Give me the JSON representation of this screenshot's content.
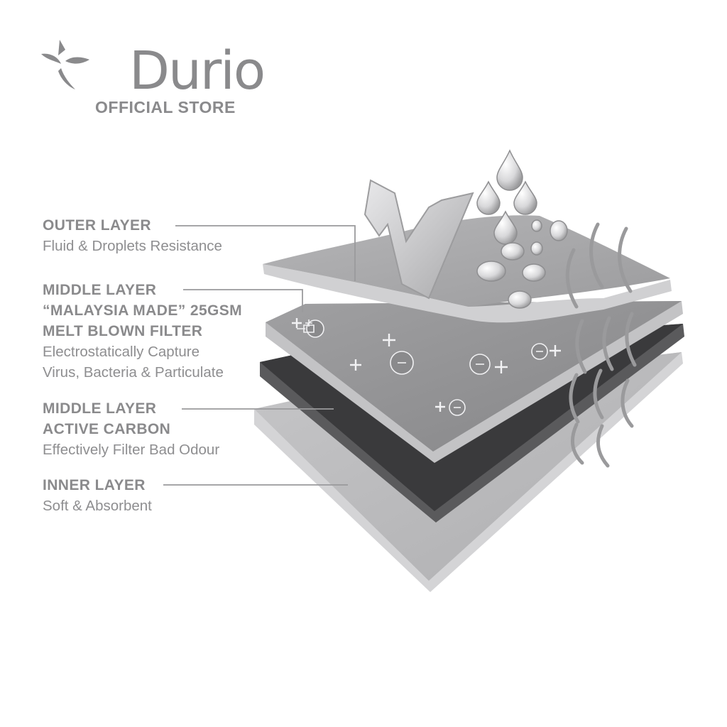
{
  "brand": {
    "name": "Durio",
    "subtitle": "OFFICIAL STORE",
    "mark_icon": "durio-leaf-mark-icon"
  },
  "layers": [
    {
      "key": "outer",
      "titles": [
        "OUTER LAYER"
      ],
      "descriptions": [
        "Fluid & Droplets Resistance"
      ]
    },
    {
      "key": "meltblown",
      "titles": [
        "MIDDLE LAYER",
        "“MALAYSIA MADE” 25GSM",
        "MELT BLOWN FILTER"
      ],
      "descriptions": [
        "Electrostatically Capture",
        "Virus, Bacteria & Particulate"
      ]
    },
    {
      "key": "carbon",
      "titles": [
        "MIDDLE LAYER",
        "ACTIVE CARBON"
      ],
      "descriptions": [
        "Effectively Filter Bad Odour"
      ]
    },
    {
      "key": "inner",
      "titles": [
        "INNER LAYER"
      ],
      "descriptions": [
        "Soft & Absorbent"
      ]
    }
  ],
  "colors": {
    "text": "#8a8a8c",
    "outer_layer": "#a9a9ab",
    "meltblown_layer": "#8f8f91",
    "carbon_layer": "#39393b",
    "inner_layer": "#bdbdbf",
    "leader_line": "#9a9a9c"
  }
}
